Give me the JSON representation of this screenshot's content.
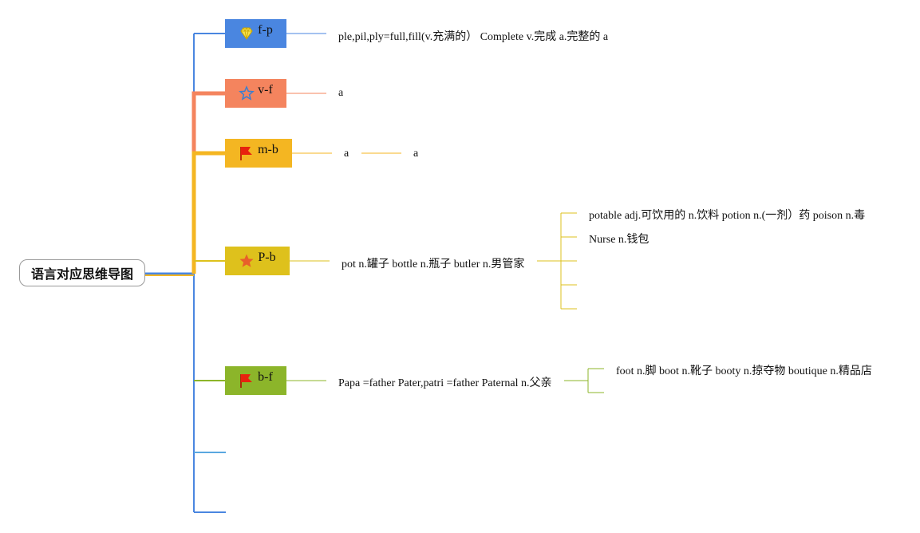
{
  "root": {
    "label": "语言对应思维导图"
  },
  "branches": [
    {
      "label": "f-p",
      "icon": "diamond-icon",
      "color": "#4a86e0",
      "child": "ple,pil,ply=full,fill(v.充满的） Complete v.完成 a.完整的 a"
    },
    {
      "label": "v-f",
      "icon": "star-outline-icon",
      "color": "#f4845e",
      "child": "a"
    },
    {
      "label": "m-b",
      "icon": "red-flag-icon",
      "color": "#f4b622",
      "child": "a",
      "grandchild": "a"
    },
    {
      "label": "P-b",
      "icon": "orange-star-icon",
      "color": "#dec11c",
      "child": "pot n.罐子 bottle n.瓶子 butler n.男管家",
      "grandchildren": [
        "potable adj.可饮用的 n.饮料 potion n.(一剂）药 poison n.毒",
        "Nurse n.钱包",
        "",
        "",
        ""
      ]
    },
    {
      "label": "b-f",
      "icon": "red-flag-icon",
      "color": "#8cb52a",
      "child": "Papa =father Pater,patri =father Paternal n.父亲",
      "grandchildren": [
        "foot n.脚 boot n.靴子 booty n.掠夺物 boutique n.精品店",
        ""
      ]
    }
  ],
  "colors": {
    "trunk": "#4a86e0",
    "fp_line": "#4a86e0",
    "vf_line": "#f4845e",
    "mb_line": "#f4b622",
    "pb_line": "#dec11c",
    "bf_line": "#8cb52a",
    "empty_branch": "#5aa7e0"
  }
}
